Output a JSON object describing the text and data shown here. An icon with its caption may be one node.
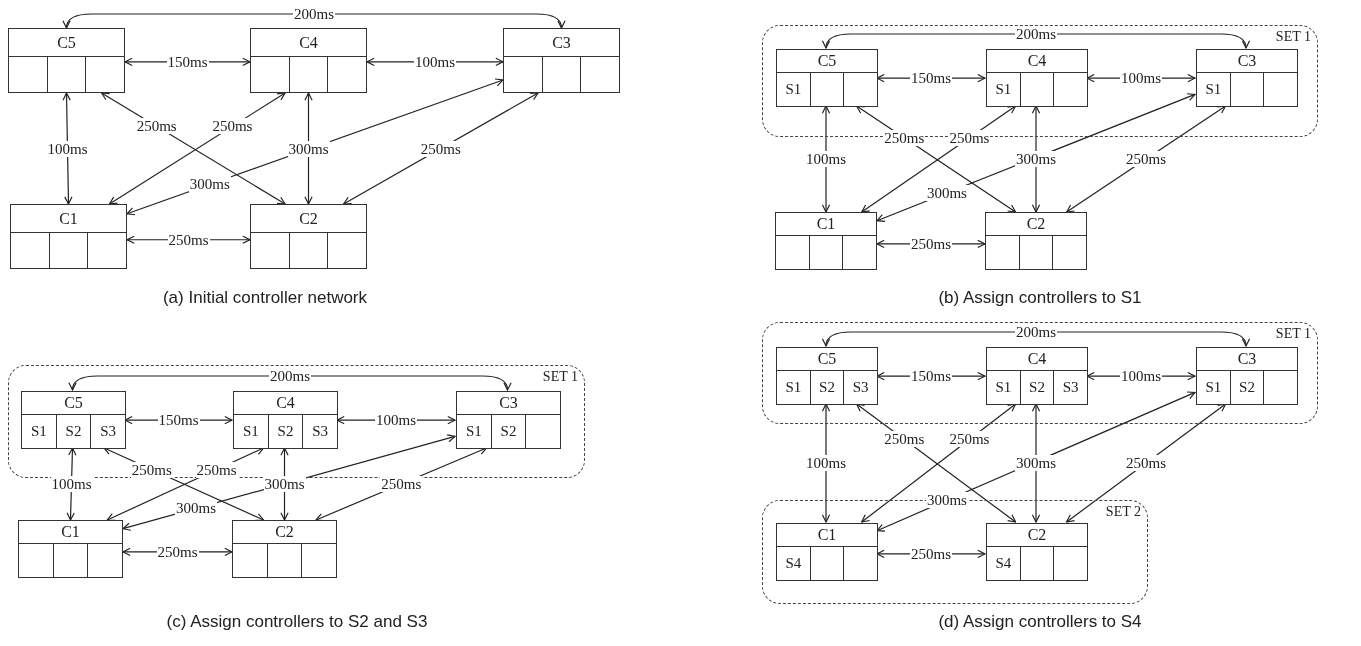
{
  "diagram": {
    "nodes": [
      {
        "text": [
          "C5"
        ]
      },
      {
        "text": [
          "C4"
        ]
      },
      {
        "text": [
          "C3"
        ]
      },
      {
        "text": [
          "C1"
        ]
      },
      {
        "text": [
          "C2"
        ]
      },
      {
        "text": [
          "SET 1"
        ]
      },
      {
        "text": [
          "C5",
          "S1"
        ],
        "in": 5
      },
      {
        "text": [
          "C4",
          "S1"
        ],
        "in": 5
      },
      {
        "text": [
          "C3",
          "S1"
        ],
        "in": 5
      },
      {
        "text": [
          "C1"
        ]
      },
      {
        "text": [
          "C2"
        ]
      },
      {
        "text": [
          "SET 1"
        ]
      },
      {
        "text": [
          "C5",
          "S1",
          "S2",
          "S3"
        ],
        "in": 11
      },
      {
        "text": [
          "C4",
          "S1",
          "S2",
          "S3"
        ],
        "in": 11
      },
      {
        "text": [
          "C3",
          "S1",
          "S2"
        ],
        "in": 11
      },
      {
        "text": [
          "C1"
        ]
      },
      {
        "text": [
          "C2"
        ]
      },
      {
        "text": [
          "SET 1"
        ]
      },
      {
        "text": [
          "C5",
          "S1",
          "S2",
          "S3"
        ],
        "in": 17
      },
      {
        "text": [
          "C4",
          "S1",
          "S2",
          "S3"
        ],
        "in": 17
      },
      {
        "text": [
          "C3",
          "S1",
          "S2"
        ],
        "in": 17
      },
      {
        "text": [
          "SET 2"
        ]
      },
      {
        "text": [
          "C1",
          "S4"
        ],
        "in": 21
      },
      {
        "text": [
          "C2",
          "S4"
        ],
        "in": 21
      }
    ],
    "edges": [
      {
        "from": 0,
        "to": 2,
        "arrow": "both",
        "label": "200ms"
      },
      {
        "from": 0,
        "to": 1,
        "arrow": "both",
        "label": "150ms"
      },
      {
        "from": 1,
        "to": 2,
        "arrow": "both",
        "label": "100ms"
      },
      {
        "from": 0,
        "to": 3,
        "arrow": "both",
        "label": "100ms"
      },
      {
        "from": 0,
        "to": 4,
        "arrow": "both",
        "label": "250ms"
      },
      {
        "from": 1,
        "to": 3,
        "arrow": "both",
        "label": "250ms"
      },
      {
        "from": 1,
        "to": 4,
        "arrow": "both",
        "label": "300ms"
      },
      {
        "from": 2,
        "to": 3,
        "arrow": "both",
        "label": "300ms"
      },
      {
        "from": 2,
        "to": 4,
        "arrow": "both",
        "label": "250ms"
      },
      {
        "from": 3,
        "to": 4,
        "arrow": "both",
        "label": "250ms"
      },
      {
        "from": 6,
        "to": 8,
        "arrow": "both",
        "label": "200ms"
      },
      {
        "from": 6,
        "to": 7,
        "arrow": "both",
        "label": "150ms"
      },
      {
        "from": 7,
        "to": 8,
        "arrow": "both",
        "label": "100ms"
      },
      {
        "from": 6,
        "to": 9,
        "arrow": "both",
        "label": "100ms"
      },
      {
        "from": 6,
        "to": 10,
        "arrow": "both",
        "label": "250ms"
      },
      {
        "from": 7,
        "to": 9,
        "arrow": "both",
        "label": "250ms"
      },
      {
        "from": 7,
        "to": 10,
        "arrow": "both",
        "label": "300ms"
      },
      {
        "from": 8,
        "to": 9,
        "arrow": "both",
        "label": "300ms"
      },
      {
        "from": 8,
        "to": 10,
        "arrow": "both",
        "label": "250ms"
      },
      {
        "from": 9,
        "to": 10,
        "arrow": "both",
        "label": "250ms"
      },
      {
        "from": 12,
        "to": 14,
        "arrow": "both",
        "label": "200ms"
      },
      {
        "from": 12,
        "to": 13,
        "arrow": "both",
        "label": "150ms"
      },
      {
        "from": 13,
        "to": 14,
        "arrow": "both",
        "label": "100ms"
      },
      {
        "from": 12,
        "to": 15,
        "arrow": "both",
        "label": "100ms"
      },
      {
        "from": 12,
        "to": 16,
        "arrow": "both",
        "label": "250ms"
      },
      {
        "from": 13,
        "to": 15,
        "arrow": "both",
        "label": "250ms"
      },
      {
        "from": 13,
        "to": 16,
        "arrow": "both",
        "label": "300ms"
      },
      {
        "from": 14,
        "to": 15,
        "arrow": "both",
        "label": "300ms"
      },
      {
        "from": 14,
        "to": 16,
        "arrow": "both",
        "label": "250ms"
      },
      {
        "from": 15,
        "to": 16,
        "arrow": "both",
        "label": "250ms"
      },
      {
        "from": 18,
        "to": 20,
        "arrow": "both",
        "label": "200ms"
      },
      {
        "from": 18,
        "to": 19,
        "arrow": "both",
        "label": "150ms"
      },
      {
        "from": 19,
        "to": 20,
        "arrow": "both",
        "label": "100ms"
      },
      {
        "from": 18,
        "to": 22,
        "arrow": "both",
        "label": "100ms"
      },
      {
        "from": 18,
        "to": 23,
        "arrow": "both",
        "label": "250ms"
      },
      {
        "from": 19,
        "to": 22,
        "arrow": "both",
        "label": "250ms"
      },
      {
        "from": 19,
        "to": 23,
        "arrow": "both",
        "label": "300ms"
      },
      {
        "from": 20,
        "to": 22,
        "arrow": "both",
        "label": "300ms"
      },
      {
        "from": 20,
        "to": 23,
        "arrow": "both",
        "label": "250ms"
      },
      {
        "from": 22,
        "to": 23,
        "arrow": "both",
        "label": "250ms"
      }
    ],
    "labels": [
      "(a) Initial controller network",
      "(b) Assign controllers to S1",
      "(c) Assign controllers to S2 and S3",
      "(d) Assign controllers to S4"
    ]
  }
}
